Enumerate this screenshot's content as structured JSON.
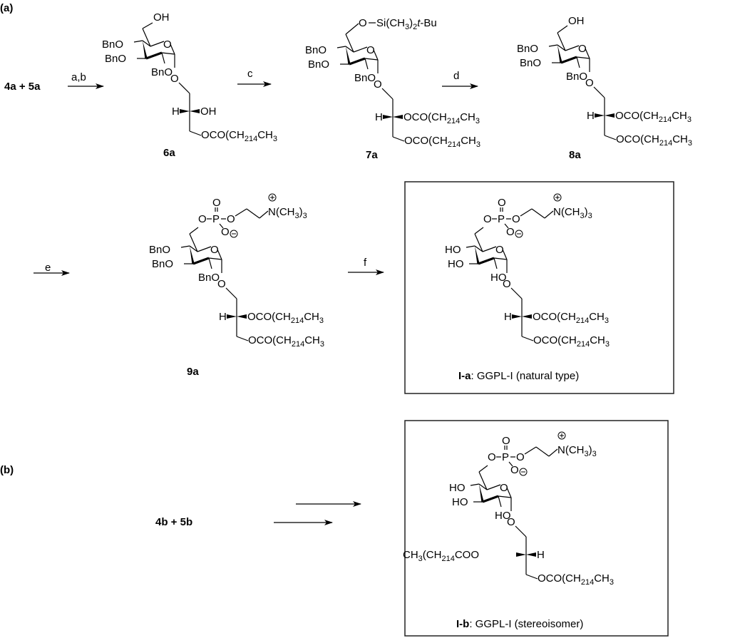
{
  "panels": {
    "a_label": "(a)",
    "b_label": "(b)"
  },
  "reactants": {
    "a": "4a + 5a",
    "b": "4b + 5b"
  },
  "reagents": {
    "step_ab": "a,b",
    "step_c": "c",
    "step_d": "d",
    "step_e": "e",
    "step_f": "f"
  },
  "compounds": {
    "c6a": "6a",
    "c7a": "7a",
    "c8a": "8a",
    "c9a": "9a"
  },
  "groups": {
    "bno": "BnO",
    "ho": "HO",
    "oh": "OH",
    "o": "O",
    "h": "H",
    "p": "P",
    "si_group": "Si(CH3)2t-Bu",
    "palmitoyl_ester": "OCO(CH2)14CH3",
    "palmitoyl_ester_rev": "CH3(CH2)14COO",
    "trimethylammonium": "N(CH3)3",
    "plus": "+",
    "minus": "−"
  },
  "products": {
    "ia_id": "I-a",
    "ia_desc": ": GGPL-I (natural type)",
    "ib_id": "I-b",
    "ib_desc": ": GGPL-I (stereoisomer)"
  }
}
